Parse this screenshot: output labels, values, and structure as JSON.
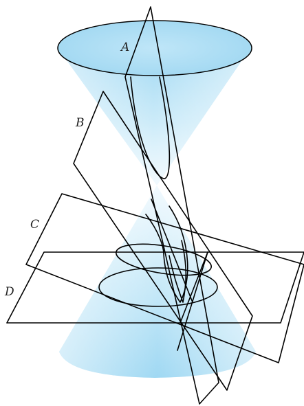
{
  "diagram": {
    "labels": {
      "a": "A",
      "b": "B",
      "c": "C",
      "d": "D"
    },
    "colors": {
      "cone_light": "#dff1fb",
      "cone_mid": "#b9e1f6",
      "cone_deep": "#8fd0f0",
      "line": "#000000",
      "background": "#ffffff"
    }
  }
}
